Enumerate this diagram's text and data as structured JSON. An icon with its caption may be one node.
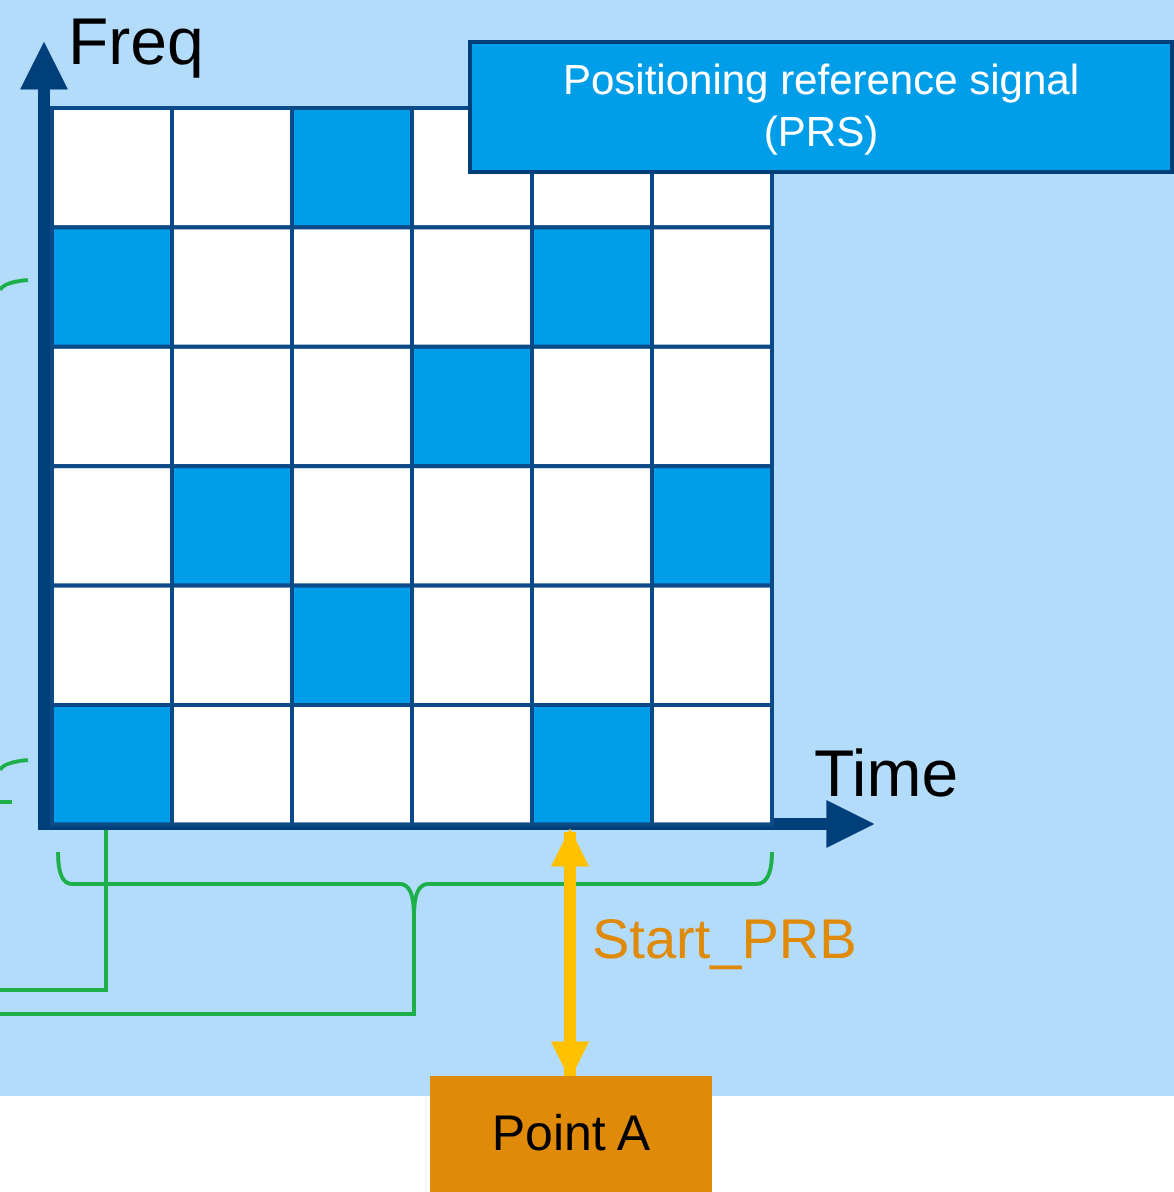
{
  "diagram": {
    "nodes": [
      {
        "text": [
          "Positioning reference signal (PRS)"
        ]
      },
      {
        "text": [
          "Point A"
        ]
      },
      {
        "text": [],
        "shape": "box"
      }
    ],
    "edges": [
      {
        "from": 2,
        "to": 1,
        "arrow": "both",
        "label": "Start_PRB"
      }
    ],
    "labels": [
      "Freq",
      "Time"
    ]
  }
}
